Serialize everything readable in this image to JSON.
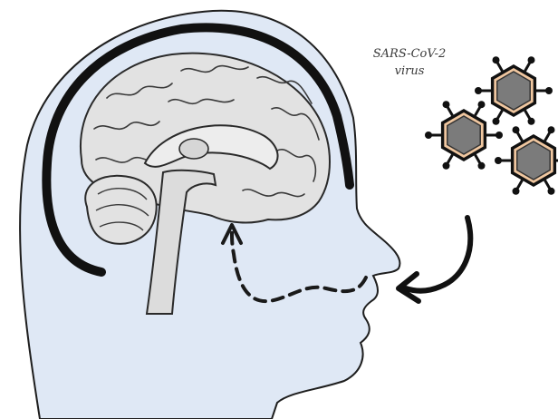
{
  "label": {
    "line1": "SARS-CoV-2",
    "line2": "virus"
  },
  "colors": {
    "head_fill": "#dfe8f5",
    "outline": "#1e1e1e",
    "brain_fill": "#e2e2e2",
    "virus_core": "#7b7b7b",
    "virus_ring": "#f0c7a0"
  },
  "virions": [
    {
      "name": "virus-particle-top"
    },
    {
      "name": "virus-particle-left"
    },
    {
      "name": "virus-particle-right"
    }
  ]
}
